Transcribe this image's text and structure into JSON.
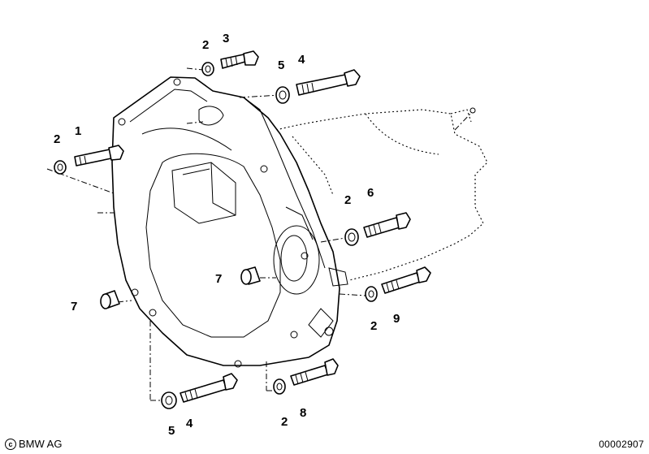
{
  "callouts": {
    "c1": "1",
    "c2a": "2",
    "c2b": "2",
    "c2c": "2",
    "c2d": "2",
    "c2e": "2",
    "c3": "3",
    "c4a": "4",
    "c4b": "4",
    "c5a": "5",
    "c5b": "5",
    "c6": "6",
    "c7a": "7",
    "c7b": "7",
    "c8": "8",
    "c9": "9"
  },
  "footer": {
    "copyright_symbol": "c",
    "copyright": "BMW AG",
    "image_number": "00002907"
  }
}
